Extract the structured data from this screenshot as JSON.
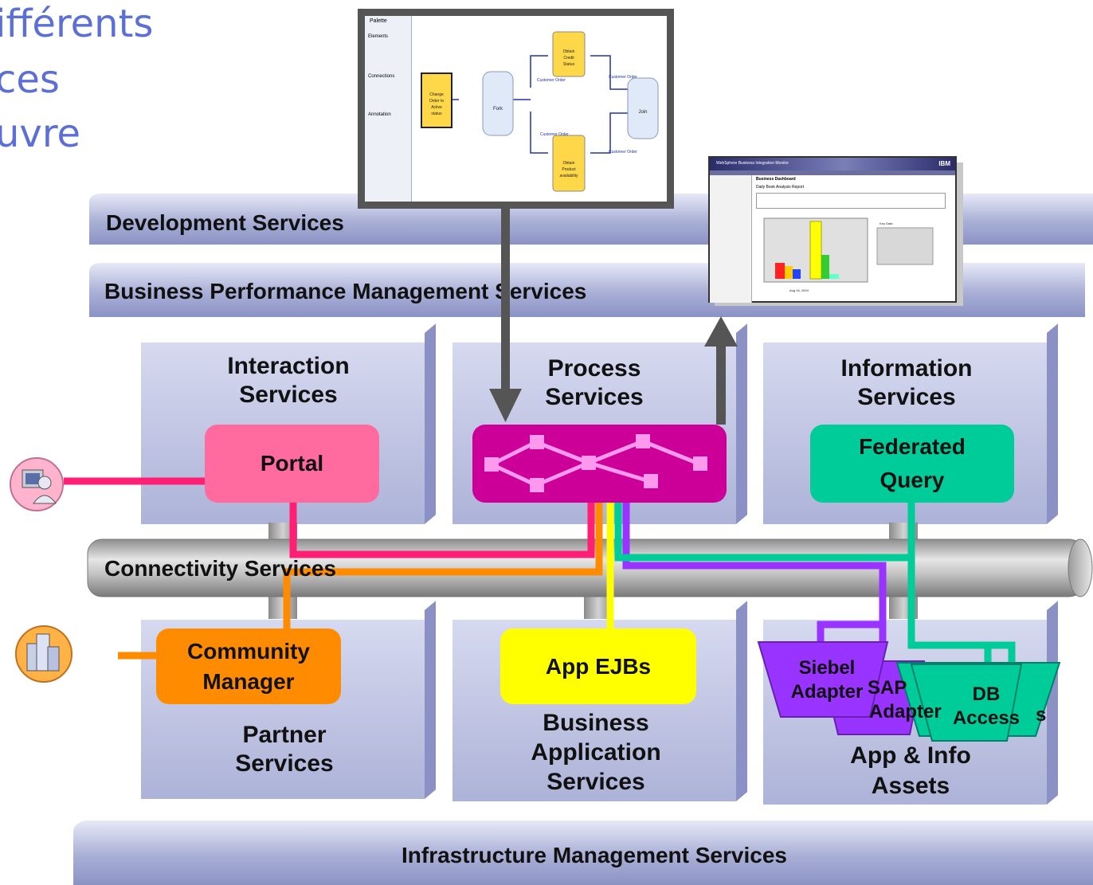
{
  "title": {
    "line1": "ifférents",
    "line2": "ces",
    "line3": "uvre"
  },
  "bands": {
    "development": "Development Services",
    "bpm": "Business Performance Management Services",
    "connectivity": "Connectivity Services",
    "infrastructure": "Infrastructure Management Services"
  },
  "services": {
    "interaction": "Interaction\nServices",
    "process": "Process\nServices",
    "information": "Information\nServices",
    "partner": "Partner\nServices",
    "business_app": "Business\nApplication\nServices",
    "assets": "App & Info\nAssets"
  },
  "components": {
    "portal": "Portal",
    "federated_query": "Federated\nQuery",
    "community_manager": "Community\nManager",
    "app_ejbs": "App EJBs",
    "siebel_adapter": "Siebel\nAdapter",
    "sap_adapter": "SAP\nAdapter",
    "db_access": "DB\nAccess",
    "partial_access": "s"
  },
  "process_editor": {
    "palette": "Palette",
    "sections": [
      "Elements",
      "Connections",
      "Annotation"
    ],
    "nodes": {
      "change_order": "Change Order to Active status",
      "fork": "Fork",
      "join": "Join",
      "credit": "Obtain Credit Status",
      "availability": "Obtain Product availability"
    },
    "edge_label": "Customer Order"
  },
  "dashboard": {
    "brand": "WebSphere Business Integration Monitor",
    "logo": "IBM",
    "heading": "Business Dashboard",
    "report": "Daily Book Analysis Report",
    "legend_title": "Key Data",
    "date_label": "Aug 16, 2004"
  },
  "colors": {
    "portal": "#ff6b9e",
    "process": "#cc0099",
    "federated": "#00cc99",
    "community": "#ff8c00",
    "ejbs": "#ffff00",
    "siebel": "#9933ff",
    "db": "#00cc99",
    "title": "#5b6fd6",
    "band": "#a9afd6"
  }
}
